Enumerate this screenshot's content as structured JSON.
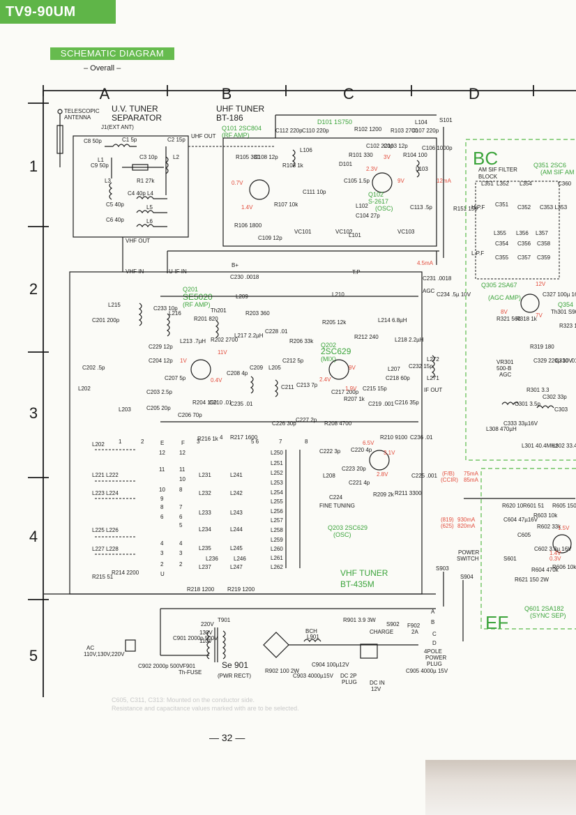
{
  "header": {
    "model": "TV9-90UM",
    "section": "SCHEMATIC DIAGRAM",
    "subtitle": "– Overall –"
  },
  "grid": {
    "columns": [
      "A",
      "B",
      "C",
      "D"
    ],
    "rows": [
      "1",
      "2",
      "3",
      "4",
      "5"
    ]
  },
  "labels": {
    "telescopic": "TELESCOPIC",
    "antenna": "ANTENNA",
    "ext_ant": "J1(EXT ANT)",
    "uv_title1": "U.V. TUNER",
    "uv_title2": "SEPARATOR",
    "uhf_title1": "UHF TUNER",
    "uhf_title2": "BT-186",
    "q101": "Q101 2SC804",
    "q101_sub": "(RF AMP)",
    "d101": "D101 1S750",
    "q102": "Q102",
    "q102_part": "S-2617",
    "q102_sub": "(OSC)",
    "s101": "S101",
    "uhf_out": "UHF OUT",
    "vhf_out": "VHF OUT",
    "vhf_in": "VHF IN",
    "u_if_in": "U-IF IN",
    "bplus": "B+",
    "tp": "T.P",
    "agc": "AGC",
    "if_out": "IF OUT",
    "q201": "Q201",
    "q201_part": "SE5020",
    "q201_sub": "(RF AMP)",
    "q202": "Q202",
    "q202_part": "2SC629",
    "q202_sub": "(MIX)",
    "q203": "Q203 2SC629",
    "q203_sub": "(OSC)",
    "fine_tuning": "FINE TUNING",
    "vhf_tuner1": "VHF TUNER",
    "vhf_tuner2": "BT-435M",
    "bc": "BC",
    "am_sif1": "AM SIF FILTER",
    "am_sif2": "BLOCK",
    "q351": "Q351 2SC6",
    "q351_sub": "(AM SIF AM",
    "q305": "Q305 2SA67",
    "q305_sub": "(AGC AMP)",
    "q354": "Q354",
    "hpf": "H.P.F",
    "lpf": "L.P.F",
    "vr301": "VR301",
    "vr301_val": "500-B",
    "vr301_agc": "AGC",
    "ef": "EF",
    "q601": "Q601 2SA182",
    "q601_sub": "(SYNC SEP)",
    "power_switch1": "POWER",
    "power_switch2": "SWITCH",
    "s903": "S903",
    "s904": "S904",
    "s601": "S601",
    "ac1": "AC",
    "ac2": "110V,130V,220V",
    "t901": "T901",
    "se901": "Se 901",
    "se901_sub": "(PWR RECT)",
    "f901": "F901",
    "f901_sub": "Th-FUSE",
    "bch": "BCH",
    "l901": "L901",
    "charge": "CHARGE",
    "s902": "S902",
    "f902": "F902",
    "f902_val": "2A",
    "dc_plug1": "DC 2P",
    "dc_plug2": "PLUG",
    "dc_in1": "DC IN",
    "dc_in2": "12V",
    "pole_plug1": "4POLE",
    "pole_plug2": "POWER",
    "pole_plug3": "PLUG",
    "fb": "(F/B)",
    "ccir": "(CCIR)",
    "fb_ma": "75mA",
    "ccir_ma": "85mA",
    "m819": "(819)",
    "m625": "(625)",
    "m819_ma": "930mA",
    "m625_ma": "820mA",
    "ma_45": "4.5mA",
    "ma_12": "12mA"
  },
  "footnote": [
    "C605, C311, C313: Mounted on the conductor side.",
    "Resistance and capacitance values marked with    are to be selected."
  ],
  "page_number": "— 32 —"
}
